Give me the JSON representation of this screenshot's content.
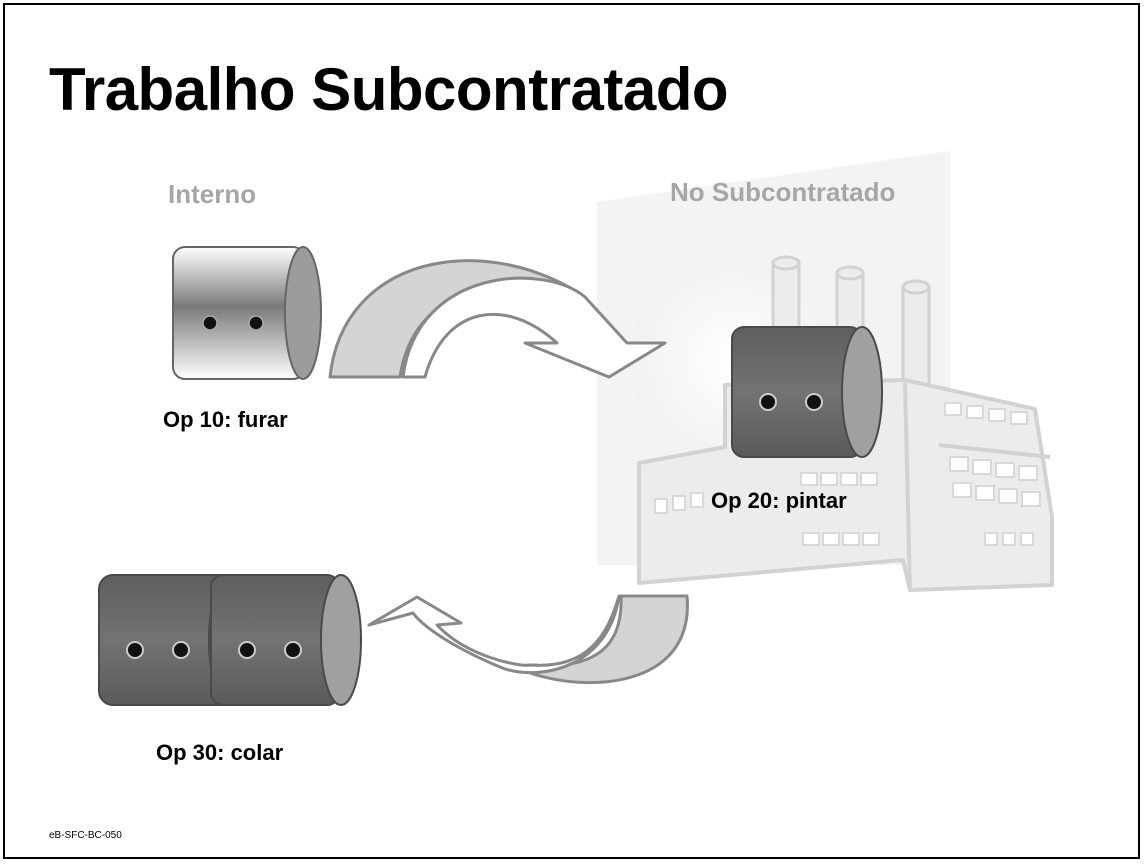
{
  "slide": {
    "title": "Trabalho Subcontratado",
    "internal_label": "Interno",
    "subcontract_label": "No Subcontratado",
    "code": "eB-SFC-BC-050"
  },
  "operations": [
    {
      "label": "Op 10: furar",
      "location": "internal",
      "state": "drilled"
    },
    {
      "label": "Op 20: pintar",
      "location": "subcontractor",
      "state": "painted"
    },
    {
      "label": "Op 30: colar",
      "location": "internal",
      "state": "glued"
    }
  ],
  "colors": {
    "title": "#000000",
    "section_label": "#a6a6a6",
    "factory": "#ececec",
    "arrow_fill": "#d4d4d4",
    "arrow_stroke": "#888888",
    "painted_body": "#6b6b6b"
  },
  "icons": [
    "factory-icon",
    "drilled-cylinder-icon",
    "painted-cylinder-icon",
    "glued-cylinders-icon",
    "curved-arrow-icon"
  ]
}
